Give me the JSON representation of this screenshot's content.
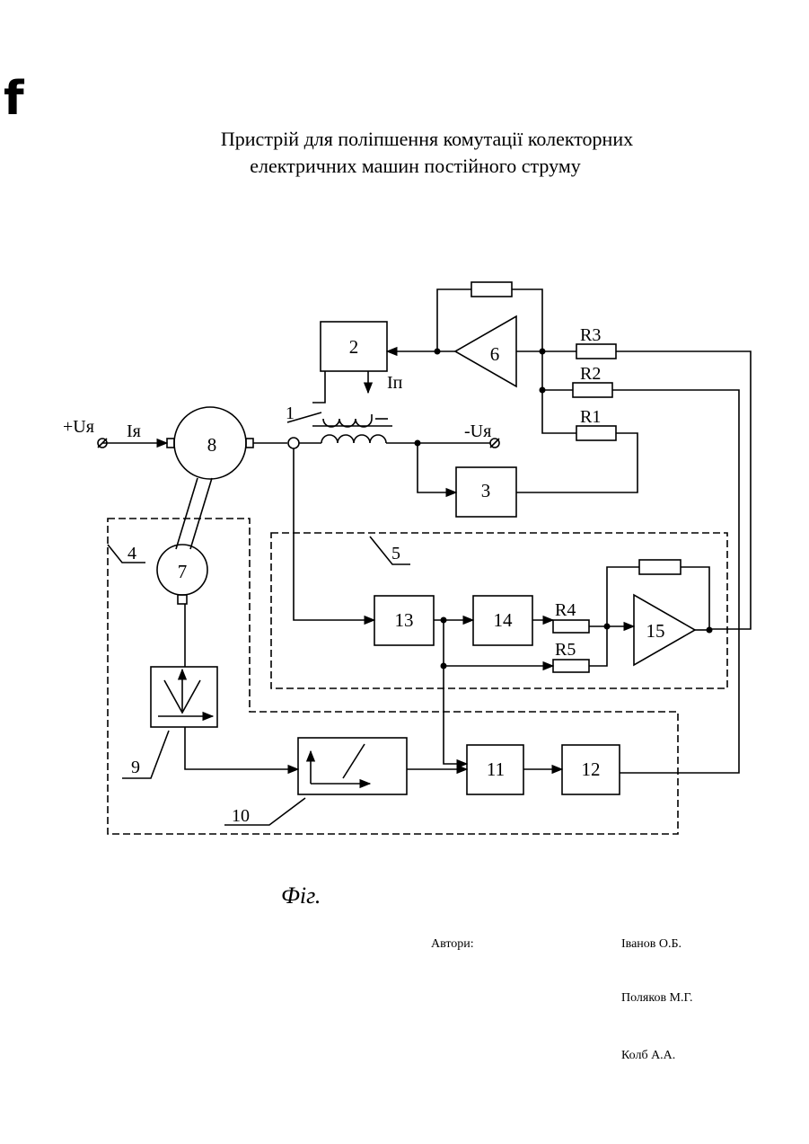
{
  "page": {
    "corner_mark": "f",
    "title_line1": "Пристрій для поліпшення комутації колекторних",
    "title_line2": "електричних машин постійного струму"
  },
  "diagram": {
    "blocks": {
      "b2": "2",
      "b3": "3",
      "b6": "6",
      "b7": "7",
      "b8": "8",
      "b11": "11",
      "b12": "12",
      "b13": "13",
      "b14": "14",
      "b15": "15"
    },
    "labels": {
      "l1": "1",
      "l4": "4",
      "l5": "5",
      "l9": "9",
      "l10": "10",
      "plus_u": "+Uя",
      "minus_u": "-Uя",
      "i_armature": "Iя",
      "i_pole": "Iп",
      "r1": "R1",
      "r2": "R2",
      "r3": "R3",
      "r4": "R4",
      "r5": "R5"
    }
  },
  "caption": {
    "fig": "Фіг."
  },
  "authors": {
    "label": "Автори:",
    "names": [
      "Іванов О.Б.",
      "Поляков М.Г.",
      "Колб А.А."
    ]
  }
}
